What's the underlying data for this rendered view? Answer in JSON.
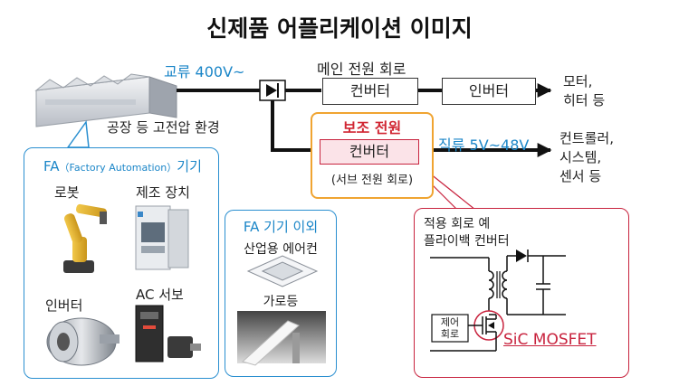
{
  "title": "신제품 어플리케이션 이미지",
  "main_line": {
    "ac_label": "교류 400V~",
    "factory_caption": "공장 등 고전압 환경",
    "main_circuit_label": "메인 전원 회로",
    "converter": "컨버터",
    "inverter": "인버터",
    "output_top": [
      "모터,",
      "히터 등"
    ]
  },
  "aux": {
    "title": "보조 전원",
    "converter": "컨버터",
    "subtitle": "(서브 전원 회로)",
    "dc_label": "직류 5V~48V",
    "output": [
      "컨트롤러,",
      "시스템,",
      "센서 등"
    ]
  },
  "fa_panel": {
    "title_prefix": "FA",
    "title_paren": "（Factory Automation）",
    "title_suffix": "기기",
    "items": [
      {
        "label": "로봇"
      },
      {
        "label": "제조 장치"
      },
      {
        "label": "인버터"
      },
      {
        "label": "AC 서보"
      }
    ]
  },
  "other_panel": {
    "title": "FA 기기 이외",
    "items": [
      {
        "label": "산업용 에어컨"
      },
      {
        "label": "가로등"
      }
    ]
  },
  "example_panel": {
    "title_line1": "적용 회로 예",
    "title_line2": "플라이백 컨버터",
    "control_label": "제어\n회로",
    "mosfet_label": "SiC MOSFET"
  },
  "colors": {
    "accent_blue": "#1b86c8",
    "accent_red": "#d12633",
    "aux_border": "#f0a431",
    "converter_fill": "#fbe3e8"
  }
}
